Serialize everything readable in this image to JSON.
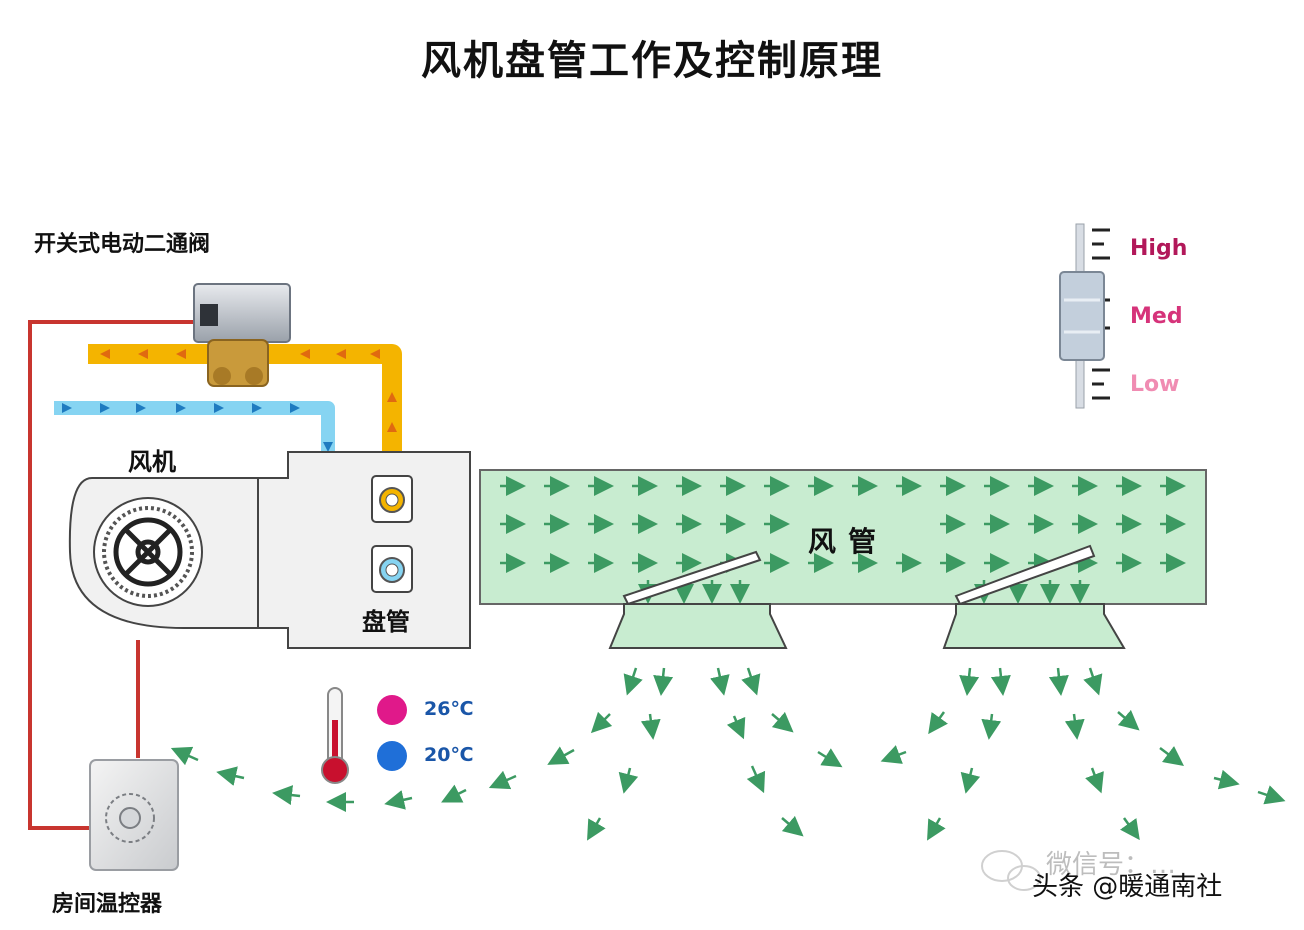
{
  "title": "风机盘管工作及控制原理",
  "labels": {
    "valve": "开关式电动二通阀",
    "fan": "风机",
    "coil": "盘管",
    "duct": "风管",
    "thermostat": "房间温控器"
  },
  "fan_speed": {
    "high": "High",
    "med": "Med",
    "low": "Low"
  },
  "temperatures": {
    "warm": "26℃",
    "cool": "20℃"
  },
  "watermark": "微信号：…",
  "source": "头条 @暖通南社",
  "colors": {
    "supply_pipe": "#f4b400",
    "return_pipe": "#86d4f2",
    "control_wire": "#c8352f",
    "duct_fill": "#c8ecd0",
    "air_arrow": "#3c9a62",
    "warm_dot": "#e0198a",
    "cool_dot": "#1f6fd8"
  }
}
